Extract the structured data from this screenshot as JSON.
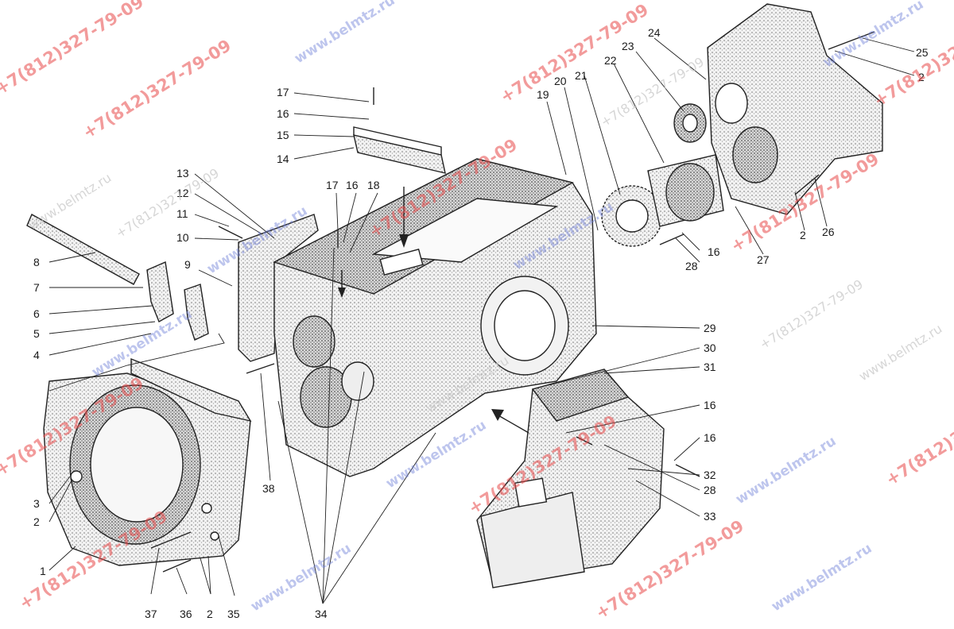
{
  "watermarks": {
    "phone": "+7(812)327-79-09",
    "site": "www.belmtz.ru"
  },
  "colors": {
    "ink": "#222222",
    "stipple": "#9a9a9a",
    "paper": "#ffffff",
    "watermark_red": "#e84a4a",
    "watermark_blue": "#6f7fd8"
  },
  "labels": [
    "1",
    "2",
    "3",
    "4",
    "5",
    "6",
    "7",
    "8",
    "9",
    "10",
    "11",
    "12",
    "13",
    "14",
    "15",
    "16",
    "17",
    "18",
    "19",
    "20",
    "21",
    "22",
    "23",
    "24",
    "25",
    "26",
    "27",
    "28",
    "29",
    "30",
    "31",
    "32",
    "33",
    "34",
    "35",
    "36",
    "37",
    "38"
  ]
}
